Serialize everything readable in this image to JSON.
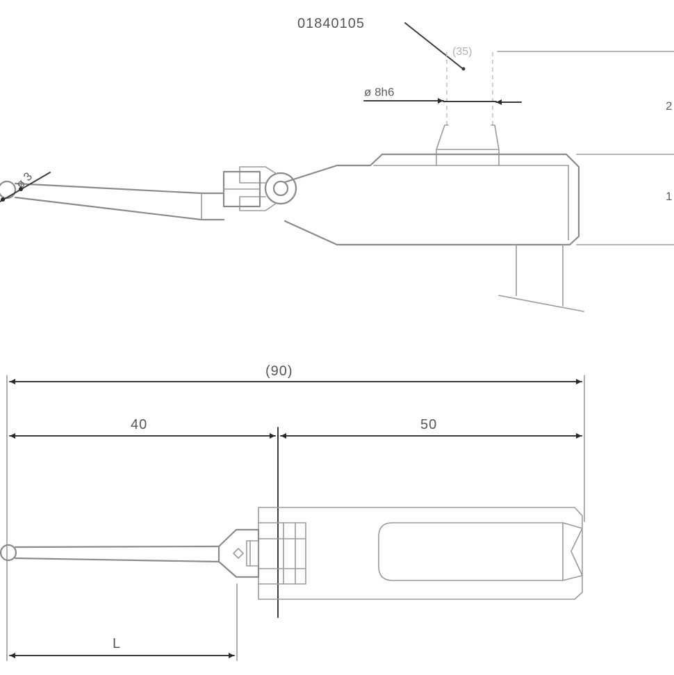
{
  "top_view": {
    "part_number": "01840105",
    "shaft_diameter_label": "ø 8h6",
    "faint_label": "(35)",
    "tip_diameter_label": "ø 3",
    "right_edge_label_upper": "2",
    "right_edge_label_lower": "1"
  },
  "bottom_view": {
    "overall_length": "(90)",
    "left_length": "40",
    "right_length": "50",
    "stylus_length": "L"
  }
}
